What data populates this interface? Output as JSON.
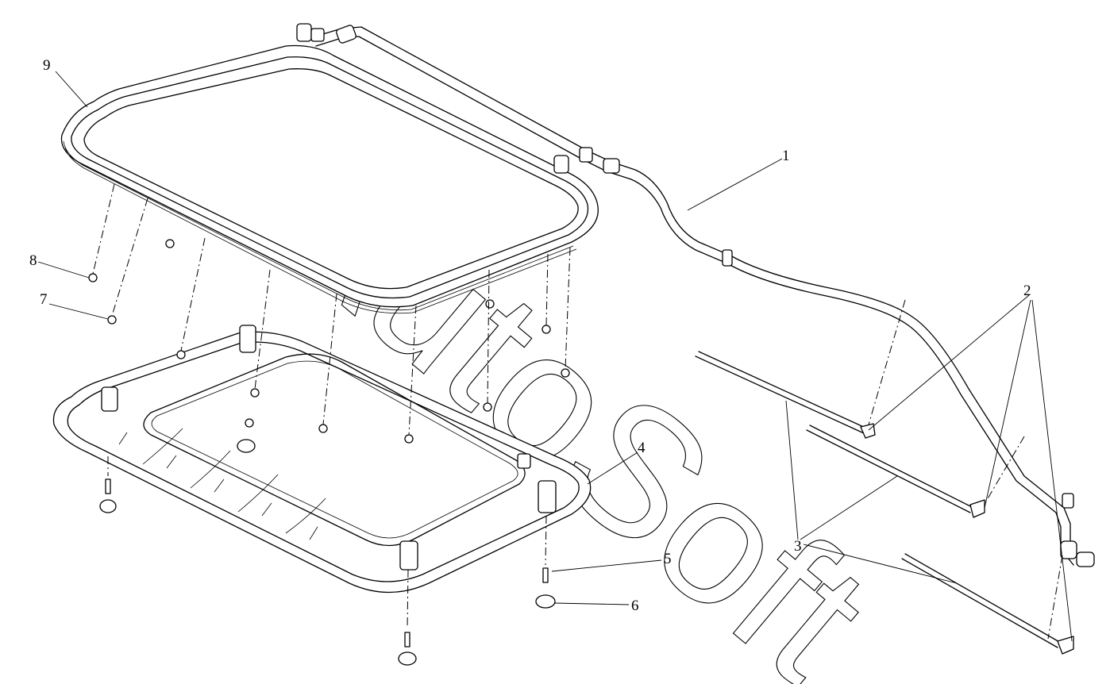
{
  "watermark": "AutoSoft",
  "callouts": [
    {
      "id": "1",
      "label": "1"
    },
    {
      "id": "2",
      "label": "2"
    },
    {
      "id": "3",
      "label": "3"
    },
    {
      "id": "4",
      "label": "4"
    },
    {
      "id": "5",
      "label": "5"
    },
    {
      "id": "6",
      "label": "6"
    },
    {
      "id": "7",
      "label": "7"
    },
    {
      "id": "8",
      "label": "8"
    },
    {
      "id": "9",
      "label": "9"
    }
  ]
}
